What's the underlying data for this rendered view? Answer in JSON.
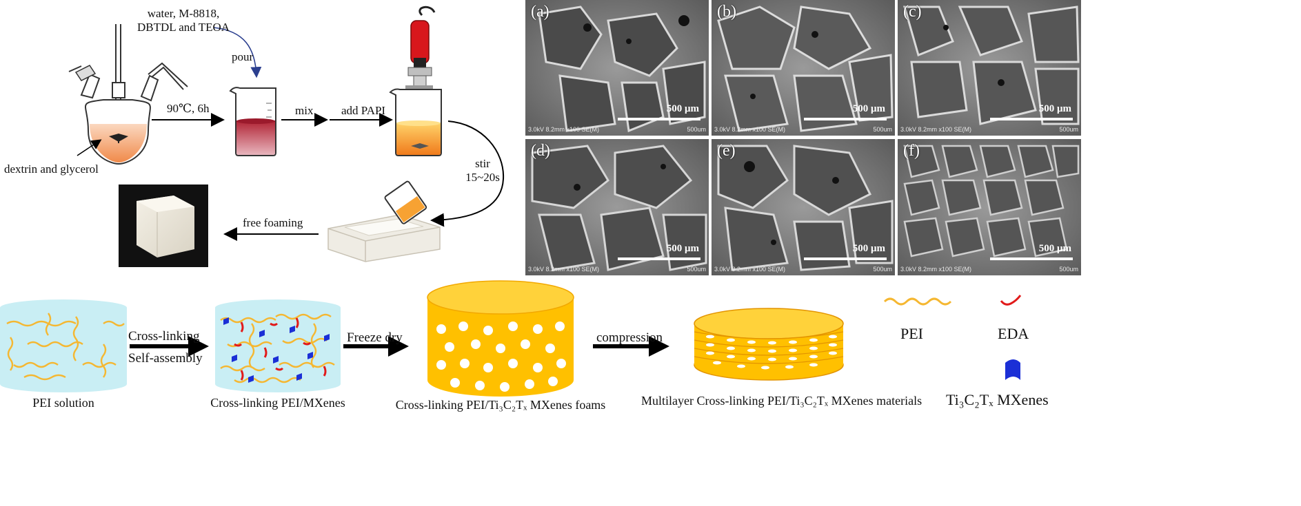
{
  "process": {
    "reagents": "water, M-8818,\nDBTDL and TEOA",
    "pour": "pour",
    "condition": "90℃, 6h",
    "mix": "mix",
    "add": "add PAPI",
    "stir": "stir\n15~20s",
    "flask_contents": "dextrin and glycerol",
    "foaming": "free foaming"
  },
  "sem": {
    "panels": [
      {
        "tag": "(a)",
        "scale": "500 μm",
        "meta_left": "3.0kV 8.2mm x100 SE(M)",
        "meta_right": "500um"
      },
      {
        "tag": "(b)",
        "scale": "500 μm",
        "meta_left": "3.0kV 8.2mm x100 SE(M)",
        "meta_right": "500um"
      },
      {
        "tag": "(c)",
        "scale": "500 μm",
        "meta_left": "3.0kV 8.2mm x100 SE(M)",
        "meta_right": "500um"
      },
      {
        "tag": "(d)",
        "scale": "500 μm",
        "meta_left": "3.0kV 8.2mm x100 SE(M)",
        "meta_right": "500um"
      },
      {
        "tag": "(e)",
        "scale": "500 μm",
        "meta_left": "3.0kV 8.2mm x100 SE(M)",
        "meta_right": "500um"
      },
      {
        "tag": "(f)",
        "scale": "500 μm",
        "meta_left": "3.0kV 8.2mm x100 SE(M)",
        "meta_right": "500um"
      }
    ]
  },
  "bottom": {
    "stage1": "PEI solution",
    "step1a": "Cross-linking",
    "step1b": "Self-assembly",
    "stage2": "Cross-linking PEI/MXenes",
    "step2": "Freeze dry",
    "stage3": "Cross-linking PEI/Ti₃C₂Tₓ MXenes foams",
    "step3": "compression",
    "stage4": "Multilayer Cross-linking PEI/Ti₃C₂Tₓ MXenes materials"
  },
  "legend": {
    "pei": "PEI",
    "eda": "EDA",
    "mxene": "Ti₃C₂Tₓ MXenes"
  },
  "colors": {
    "pei": "#f5b731",
    "eda": "#e11a1a",
    "mxene": "#1b2fd6",
    "solution": "#c9eef4",
    "foam": "#ffc000"
  }
}
